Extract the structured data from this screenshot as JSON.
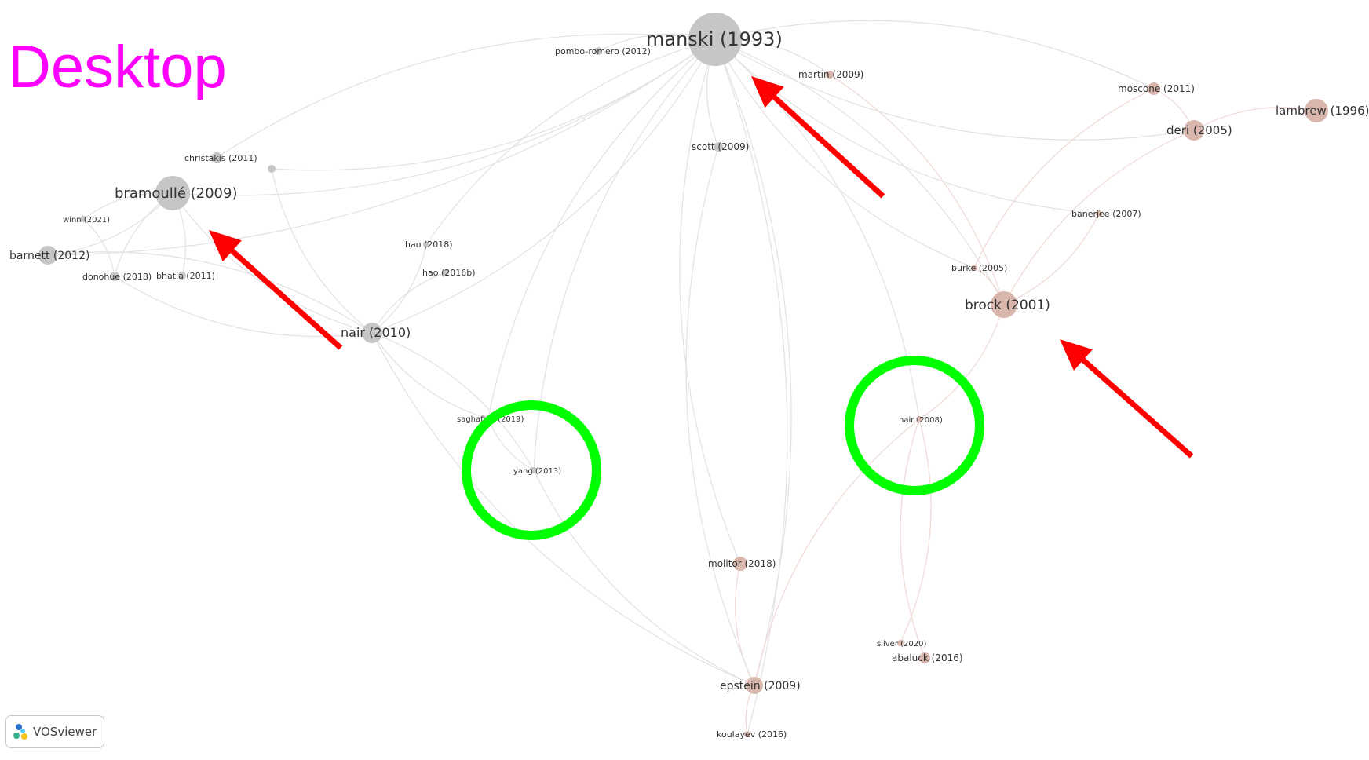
{
  "overlay": {
    "title": "Desktop"
  },
  "brand": {
    "label": "VOSviewer",
    "icon": "vosviewer-logo-icon"
  },
  "colors": {
    "gray_cluster": "#c6c6c6",
    "pink_cluster": "#d9b7ad",
    "edge_gray": "#e2e2e2",
    "edge_pink": "#efd9d4",
    "arrow": "#ff0000",
    "circle": "#00ff00",
    "title": "#ff00ff"
  },
  "nodes": [
    {
      "id": "manski-1993",
      "label": "manski (1993)"
    },
    {
      "id": "pombo-romero-2012",
      "label": "pombo-romero (2012)"
    },
    {
      "id": "martin-2009",
      "label": "martin (2009)"
    },
    {
      "id": "scott-2009",
      "label": "scott (2009)"
    },
    {
      "id": "moscone-2011",
      "label": "moscone (2011)"
    },
    {
      "id": "lambrew-1996",
      "label": "lambrew (1996)"
    },
    {
      "id": "deri-2005",
      "label": "deri (2005)"
    },
    {
      "id": "banerjee-2007",
      "label": "banerjee (2007)"
    },
    {
      "id": "burke-2005",
      "label": "burke (2005)"
    },
    {
      "id": "brock-2001",
      "label": "brock (2001)"
    },
    {
      "id": "christakis-2011",
      "label": "christakis (2011)"
    },
    {
      "id": "bramoulle-2009",
      "label": "bramoullé (2009)"
    },
    {
      "id": "winn-2021",
      "label": "winn (2021)"
    },
    {
      "id": "barnett-2012",
      "label": "barnett (2012)"
    },
    {
      "id": "donohue-2018",
      "label": "donohue (2018)"
    },
    {
      "id": "bhatia-2011",
      "label": "bhatia (2011)"
    },
    {
      "id": "hao-2018",
      "label": "hao (2018)"
    },
    {
      "id": "hao-2016b",
      "label": "hao (2016b)"
    },
    {
      "id": "nair-2010",
      "label": "nair (2010)"
    },
    {
      "id": "saghafian-2019",
      "label": "saghafian (2019)"
    },
    {
      "id": "yang-2013",
      "label": "yang (2013)"
    },
    {
      "id": "nair-2008",
      "label": "nair (2008)"
    },
    {
      "id": "molitor-2018",
      "label": "molitor (2018)"
    },
    {
      "id": "silver-2020",
      "label": "silver (2020)"
    },
    {
      "id": "abaluck-2016",
      "label": "abaluck (2016)"
    },
    {
      "id": "epstein-2009",
      "label": "epstein (2009)"
    },
    {
      "id": "koulayev-2016",
      "label": "koulayev (2016)"
    },
    {
      "id": "unlabeled-node",
      "label": ""
    }
  ],
  "edges": [
    [
      "manski-1993",
      "pombo-romero-2012"
    ],
    [
      "manski-1993",
      "martin-2009"
    ],
    [
      "manski-1993",
      "scott-2009"
    ],
    [
      "manski-1993",
      "bramoulle-2009"
    ],
    [
      "manski-1993",
      "christakis-2011"
    ],
    [
      "manski-1993",
      "barnett-2012"
    ],
    [
      "manski-1993",
      "hao-2018"
    ],
    [
      "manski-1993",
      "nair-2010"
    ],
    [
      "manski-1993",
      "yang-2013"
    ],
    [
      "manski-1993",
      "nair-2008"
    ],
    [
      "manski-1993",
      "molitor-2018"
    ],
    [
      "manski-1993",
      "epstein-2009"
    ],
    [
      "manski-1993",
      "burke-2005"
    ],
    [
      "manski-1993",
      "brock-2001"
    ],
    [
      "manski-1993",
      "banerjee-2007"
    ],
    [
      "manski-1993",
      "moscone-2011"
    ],
    [
      "manski-1993",
      "deri-2005"
    ],
    [
      "manski-1993",
      "unlabeled-node"
    ],
    [
      "manski-1993",
      "saghafian-2019"
    ],
    [
      "manski-1993",
      "koulayev-2016"
    ],
    [
      "bramoulle-2009",
      "winn-2021"
    ],
    [
      "bramoulle-2009",
      "barnett-2012"
    ],
    [
      "bramoulle-2009",
      "donohue-2018"
    ],
    [
      "bramoulle-2009",
      "bhatia-2011"
    ],
    [
      "bramoulle-2009",
      "nair-2010"
    ],
    [
      "barnett-2012",
      "nair-2010"
    ],
    [
      "donohue-2018",
      "nair-2010"
    ],
    [
      "winn-2021",
      "donohue-2018"
    ],
    [
      "nair-2010",
      "hao-2018"
    ],
    [
      "nair-2010",
      "hao-2016b"
    ],
    [
      "nair-2010",
      "saghafian-2019"
    ],
    [
      "nair-2010",
      "yang-2013"
    ],
    [
      "nair-2010",
      "epstein-2009"
    ],
    [
      "nair-2010",
      "unlabeled-node"
    ],
    [
      "yang-2013",
      "epstein-2009"
    ],
    [
      "yang-2013",
      "saghafian-2019"
    ],
    [
      "deri-2005",
      "moscone-2011"
    ],
    [
      "deri-2005",
      "lambrew-1996"
    ],
    [
      "deri-2005",
      "brock-2001"
    ],
    [
      "brock-2001",
      "nair-2008"
    ],
    [
      "brock-2001",
      "burke-2005"
    ],
    [
      "banerjee-2007",
      "brock-2001"
    ],
    [
      "nair-2008",
      "epstein-2009"
    ],
    [
      "nair-2008",
      "silver-2020"
    ],
    [
      "nair-2008",
      "abaluck-2016"
    ],
    [
      "epstein-2009",
      "molitor-2018"
    ],
    [
      "epstein-2009",
      "koulayev-2016"
    ],
    [
      "epstein-2009",
      "scott-2009"
    ],
    [
      "moscone-2011",
      "burke-2005"
    ],
    [
      "martin-2009",
      "brock-2001"
    ]
  ],
  "annotations": {
    "arrows": [
      {
        "name": "arrow-to-manski"
      },
      {
        "name": "arrow-to-bramoulle"
      },
      {
        "name": "arrow-to-brock"
      }
    ],
    "circles": [
      {
        "name": "circle-yang-2013"
      },
      {
        "name": "circle-nair-2008"
      }
    ]
  }
}
